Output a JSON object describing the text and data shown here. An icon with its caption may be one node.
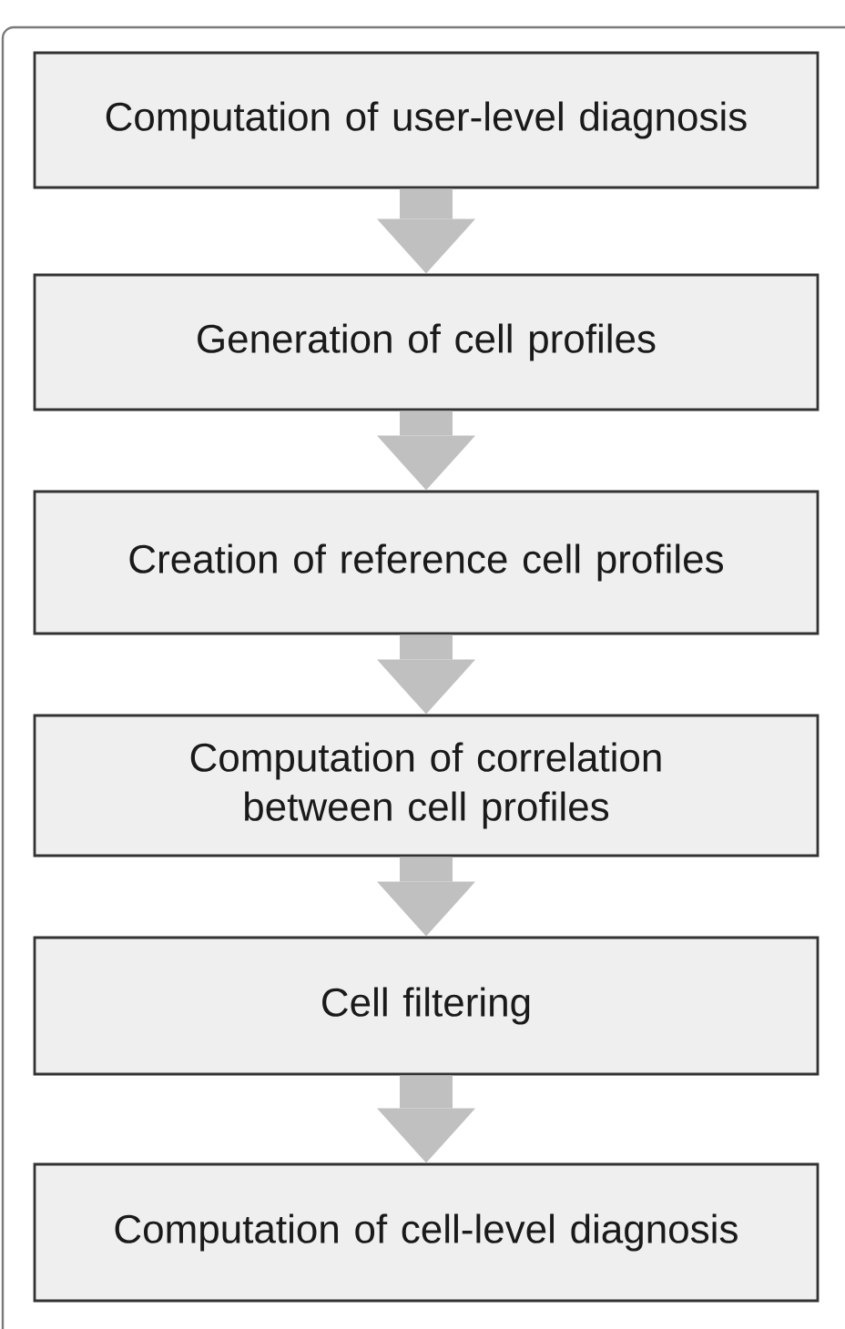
{
  "diagram": {
    "nodes": [
      {
        "text": [
          "Computation of user-level diagnosis"
        ]
      },
      {
        "text": [
          "Generation of cell profiles"
        ]
      },
      {
        "text": [
          "Creation of reference cell profiles"
        ]
      },
      {
        "text": [
          "Computation of correlation between cell profiles"
        ]
      },
      {
        "text": [
          "Cell filtering"
        ]
      },
      {
        "text": [
          "Computation of cell-level diagnosis"
        ]
      }
    ],
    "edges": [
      {
        "from": 0,
        "to": 1,
        "arrow": "to"
      },
      {
        "from": 1,
        "to": 2,
        "arrow": "to"
      },
      {
        "from": 2,
        "to": 3,
        "arrow": "to"
      },
      {
        "from": 3,
        "to": 4,
        "arrow": "to"
      },
      {
        "from": 4,
        "to": 5,
        "arrow": "to"
      }
    ]
  }
}
